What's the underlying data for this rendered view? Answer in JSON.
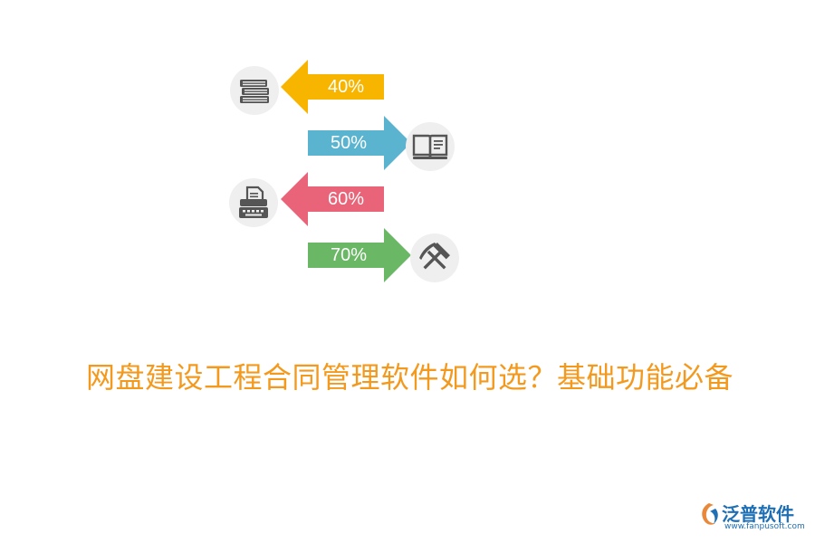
{
  "steps": [
    {
      "label": "40%",
      "color": "#f7b500",
      "direction": "left",
      "icon": "books-icon"
    },
    {
      "label": "50%",
      "color": "#5bb4cf",
      "direction": "right",
      "icon": "open-book-icon"
    },
    {
      "label": "60%",
      "color": "#e96478",
      "direction": "left",
      "icon": "typewriter-icon"
    },
    {
      "label": "70%",
      "color": "#6ab865",
      "direction": "right",
      "icon": "hammer-pick-icon"
    }
  ],
  "title": "网盘建设工程合同管理软件如何选？基础功能必备",
  "logo": {
    "name": "泛普软件",
    "url": "www.fanpusoft.com"
  },
  "colors": {
    "title": "#f39a1e",
    "logo": "#1f6fb5",
    "icon_circle": "#efefef",
    "icon_glyph": "#555555"
  }
}
